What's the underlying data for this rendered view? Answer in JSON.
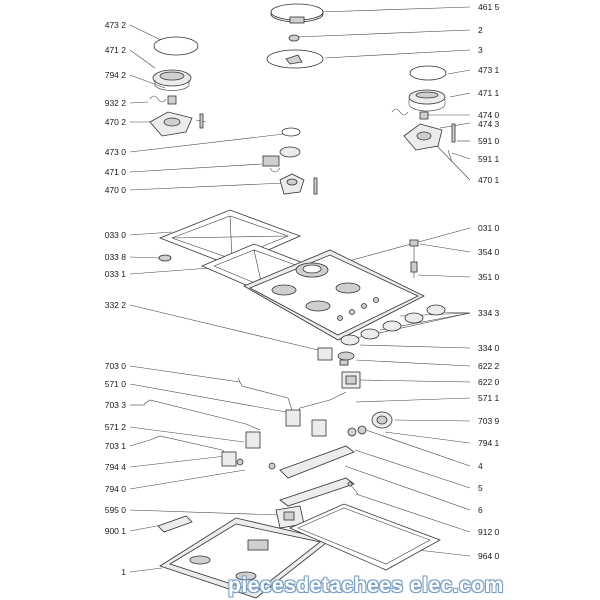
{
  "diagram": {
    "labels_left": [
      {
        "id": "l1",
        "text": "473 2"
      },
      {
        "id": "l2",
        "text": "471 2"
      },
      {
        "id": "l3",
        "text": "794 2"
      },
      {
        "id": "l4",
        "text": "932 2"
      },
      {
        "id": "l5",
        "text": "470 2"
      },
      {
        "id": "l6",
        "text": "473 0"
      },
      {
        "id": "l7",
        "text": "471 0"
      },
      {
        "id": "l8",
        "text": "470 0"
      },
      {
        "id": "l9",
        "text": "033 0"
      },
      {
        "id": "l10",
        "text": "033 8"
      },
      {
        "id": "l11",
        "text": "033 1"
      },
      {
        "id": "l12",
        "text": "332 2"
      },
      {
        "id": "l13",
        "text": "703 0"
      },
      {
        "id": "l14",
        "text": "571 0"
      },
      {
        "id": "l15",
        "text": "703 3"
      },
      {
        "id": "l16",
        "text": "571 2"
      },
      {
        "id": "l17",
        "text": "703 1"
      },
      {
        "id": "l18",
        "text": "794 4"
      },
      {
        "id": "l19",
        "text": "794 0"
      },
      {
        "id": "l20",
        "text": "595 0"
      },
      {
        "id": "l21",
        "text": "900 1"
      },
      {
        "id": "l22",
        "text": "1"
      }
    ],
    "labels_right": [
      {
        "id": "r1",
        "text": "461 5"
      },
      {
        "id": "r2",
        "text": "2"
      },
      {
        "id": "r3",
        "text": "3"
      },
      {
        "id": "r4",
        "text": "473 1"
      },
      {
        "id": "r5",
        "text": "471 1"
      },
      {
        "id": "r6",
        "text": "474 0"
      },
      {
        "id": "r7",
        "text": "474 3"
      },
      {
        "id": "r8",
        "text": "591 0"
      },
      {
        "id": "r9",
        "text": "591 1"
      },
      {
        "id": "r10",
        "text": "470 1"
      },
      {
        "id": "r11",
        "text": "031 0"
      },
      {
        "id": "r12",
        "text": "354 0"
      },
      {
        "id": "r13",
        "text": "351 0"
      },
      {
        "id": "r14",
        "text": "334 3"
      },
      {
        "id": "r15",
        "text": "334 0"
      },
      {
        "id": "r16",
        "text": "622 2"
      },
      {
        "id": "r17",
        "text": "622 0"
      },
      {
        "id": "r18",
        "text": "571 1"
      },
      {
        "id": "r19",
        "text": "703 9"
      },
      {
        "id": "r20",
        "text": "794 1"
      },
      {
        "id": "r21",
        "text": "4"
      },
      {
        "id": "r22",
        "text": "5"
      },
      {
        "id": "r23",
        "text": "6"
      },
      {
        "id": "r24",
        "text": "912 0"
      },
      {
        "id": "r25",
        "text": "964 0"
      }
    ],
    "watermark": "piecesdetachees elec.com"
  }
}
